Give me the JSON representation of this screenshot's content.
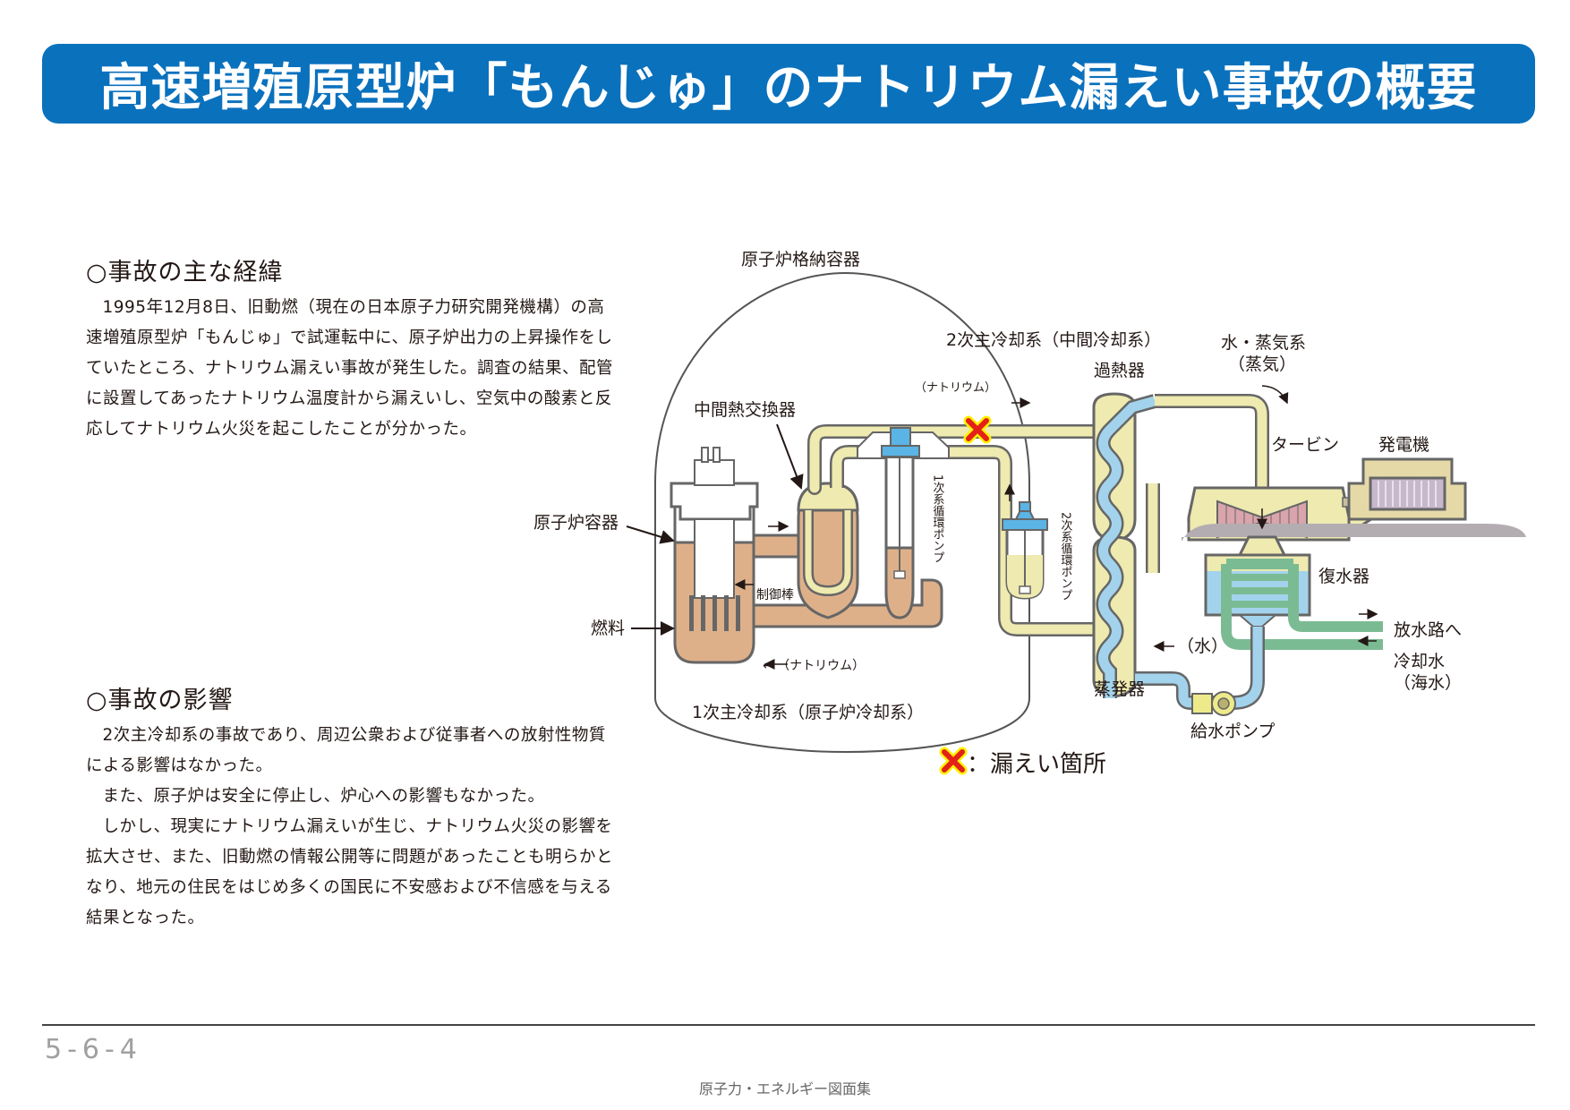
{
  "title": "高速増殖原型炉「もんじゅ」のナトリウム漏えい事故の概要",
  "sections": [
    {
      "heading": "○事故の主な経緯",
      "paragraphs": [
        "1995年12月8日、旧動燃（現在の日本原子力研究開発機構）の高速増殖原型炉「もんじゅ」で試運転中に、原子炉出力の上昇操作をしていたところ、ナトリウム漏えい事故が発生した。調査の結果、配管に設置してあったナトリウム温度計から漏えいし、空気中の酸素と反応してナトリウム火災を起こしたことが分かった。"
      ]
    },
    {
      "heading": "○事故の影響",
      "paragraphs": [
        "2次主冷却系の事故であり、周辺公衆および従事者への放射性物質による影響はなかった。",
        "また、原子炉は安全に停止し、炉心への影響もなかった。",
        "しかし、現実にナトリウム漏えいが生じ、ナトリウム火災の影響を拡大させ、また、旧動燃の情報公開等に問題があったことも明らかとなり、地元の住民をはじめ多くの国民に不安感および不信感を与える結果となった。"
      ]
    }
  ],
  "diagram": {
    "labels": {
      "containment": "原子炉格納容器",
      "ihx": "中間熱交換器",
      "reactor_vessel": "原子炉容器",
      "fuel": "燃料",
      "control_rod": "制御棒",
      "primary_sodium": "← （ナトリウム）",
      "primary_system": "1次主冷却系（原子炉冷却系）",
      "primary_pump": "1次系循環ポンプ",
      "secondary_system": "2次主冷却系（中間冷却系）",
      "secondary_sodium": "（ナトリウム）",
      "secondary_pump": "2次系循環ポンプ",
      "superheater": "過熱器",
      "evaporator": "蒸発器",
      "water_steam_system": "水・蒸気系",
      "steam": "（蒸気）",
      "turbine": "タービン",
      "generator": "発電機",
      "condenser": "復水器",
      "discharge": "放水路へ",
      "cooling_water": "冷却水",
      "seawater": "（海水）",
      "water": "（水）",
      "feed_pump": "給水ポンプ",
      "leak_legend": "：漏えい箇所"
    },
    "colors": {
      "primary_sodium": "#deb08a",
      "secondary_sodium": "#eeeab0",
      "water": "#a3d3ec",
      "pump_head": "#5ab4e5",
      "cooling_water": "#7bbb93",
      "turbine_blades": "#d9a4ab",
      "generator_body": "#e6d9a8",
      "outline": "#666666",
      "leak_mark": "#e32119",
      "leak_outline": "#fff100"
    }
  },
  "footer": {
    "page_number": "5-6-4",
    "book_title": "原子力・エネルギー図面集"
  }
}
